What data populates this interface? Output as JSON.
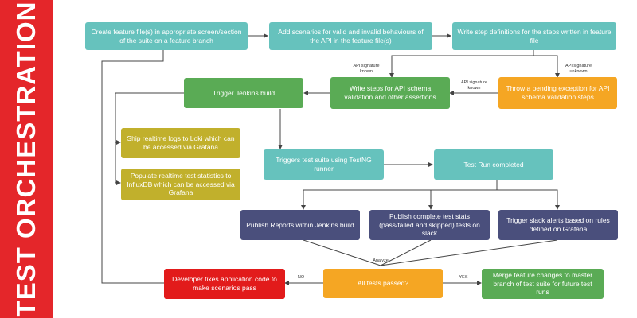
{
  "banner": {
    "title": "TEST ORCHESTRATION"
  },
  "colors": {
    "banner": "#e4262a",
    "teal": "#66c2bd",
    "green": "#5aab55",
    "orange": "#f5a623",
    "olive": "#c1b02c",
    "navy": "#4a4f7c",
    "red": "#e21b1b"
  },
  "nodes": {
    "create_feature": "Create feature file(s) in appropriate screen/section of the suite on a feature branch",
    "add_scenarios": "Add scenarios for valid and invalid behaviours of the API in the feature file(s)",
    "write_step_defs": "Write step definitions for the steps written in feature file",
    "throw_pending": "Throw a pending exception for API schema validation steps",
    "write_steps_schema": "Write steps for API schema validation and other assertions",
    "trigger_jenkins": "Trigger Jenkins build",
    "ship_logs": "Ship realtime logs to Loki which can be accessed via Grafana",
    "populate_stats": "Populate realtime test statistics to InfluxDB which can be accessed via Grafana",
    "triggers_suite": "Triggers test suite using TestNG runner",
    "run_completed": "Test Run completed",
    "publish_reports": "Publish Reports within Jenkins build",
    "publish_stats": "Publish complete test stats (pass/failed and skipped) tests on slack",
    "trigger_alerts": "Trigger slack alerts based on rules defined on Grafana",
    "all_passed": "All tests passed?",
    "developer_fixes": "Developer fixes application code to make scenarios pass",
    "merge_changes": "Merge feature changes to master branch of test suite for future test runs"
  },
  "labels": {
    "sig_known": "API signature known",
    "sig_unknown": "API signature unknown",
    "sig_known_mid": "API signature known",
    "analyze": "Analyze",
    "no": "NO",
    "yes": "YES"
  }
}
